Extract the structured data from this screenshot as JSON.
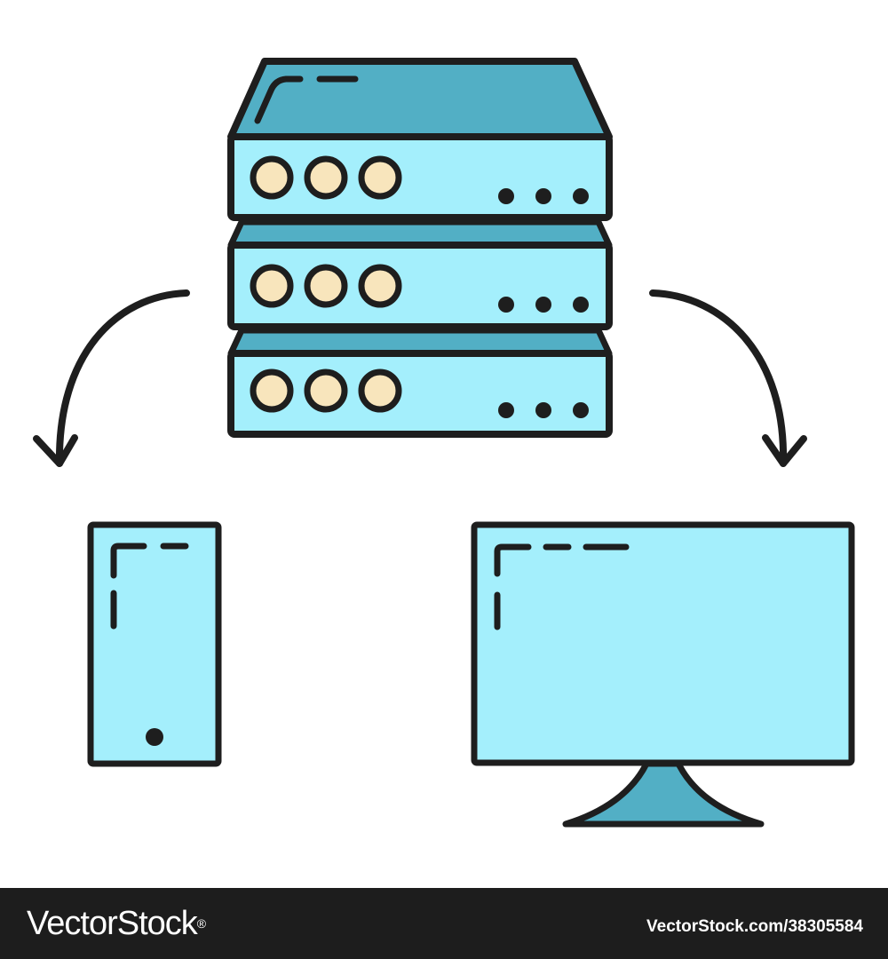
{
  "colors": {
    "outline": "#1e1e1e",
    "light_blue": "#a4effc",
    "dark_blue": "#52afc5",
    "led": "#f8e5bc",
    "background": "#ffffff",
    "footer_bg": "#1d1d1d",
    "footer_text": "#ffffff"
  },
  "illustration": {
    "server": {
      "icon": "server-rack-icon",
      "units": [
        {
          "name": "server-unit-1",
          "leds": 3,
          "dots": 3
        },
        {
          "name": "server-unit-2",
          "leds": 3,
          "dots": 3
        },
        {
          "name": "server-unit-3",
          "leds": 3,
          "dots": 3
        }
      ]
    },
    "arrows": [
      {
        "name": "arrow-to-phone",
        "icon": "curved-arrow-left-down-icon"
      },
      {
        "name": "arrow-to-monitor",
        "icon": "curved-arrow-right-down-icon"
      }
    ],
    "phone": {
      "icon": "smartphone-icon"
    },
    "monitor": {
      "icon": "desktop-monitor-icon"
    }
  },
  "footer": {
    "brand": "VectorStock",
    "registered": "®",
    "image_id": "VectorStock.com/38305584"
  }
}
